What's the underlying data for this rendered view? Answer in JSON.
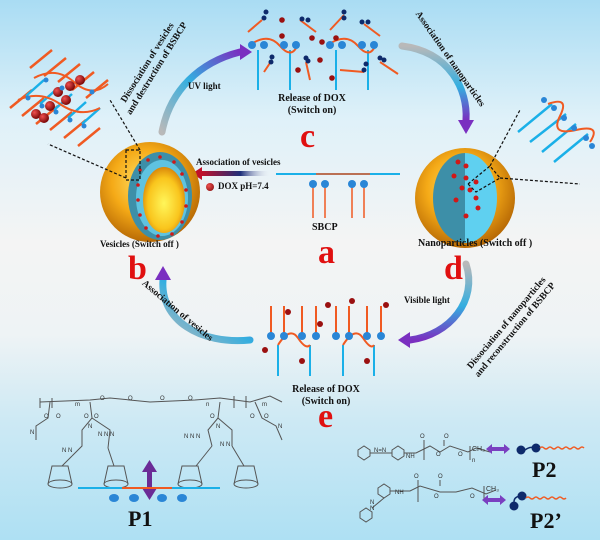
{
  "figure": {
    "states": {
      "a": {
        "letter": "a",
        "label": "SBCP"
      },
      "b": {
        "letter": "b",
        "label": "Vesicles  (Switch off )"
      },
      "c": {
        "letter": "c",
        "label_line1": "Release of DOX",
        "label_line2": "(Switch on)"
      },
      "d": {
        "letter": "d",
        "label": "Nanoparticles (Switch off )"
      },
      "e": {
        "letter": "e",
        "label_line1": "Release of DOX",
        "label_line2": "(Switch on)"
      }
    },
    "arrows": {
      "b_to_c": {
        "line1": "Dissociation of  vesicles",
        "line2": "and destruction of BSBCP",
        "condition": "UV light"
      },
      "c_to_d": {
        "line1": "Association of  nanoparticles"
      },
      "d_to_e": {
        "line1": "Dissociation of  nanoparticles",
        "line2": "and  reconstruction of BSBCP",
        "condition": "Visible  light"
      },
      "e_to_b": {
        "line1": "Association of  vesicles"
      },
      "a_to_b": {
        "line1": "Association of vesicles",
        "condition": "DOX  pH=7.4"
      }
    },
    "polymers": {
      "p1": {
        "label": "P1"
      },
      "p2": {
        "label": "P2",
        "chem_end": "CH₃",
        "subscript": "n"
      },
      "p2_prime": {
        "label": "P2’",
        "chem_end": "CH₃",
        "subscript": "n"
      }
    },
    "colors": {
      "letter_red": "#e01010",
      "hydrophilic_blue": "#1ab0e8",
      "hydrophobic_orange": "#f05a22",
      "dox_red": "#a01010",
      "sphere_orange": "#f2a516",
      "arrow_purple": "#7a3fc0",
      "cd_blue": "#2a86d6"
    }
  }
}
